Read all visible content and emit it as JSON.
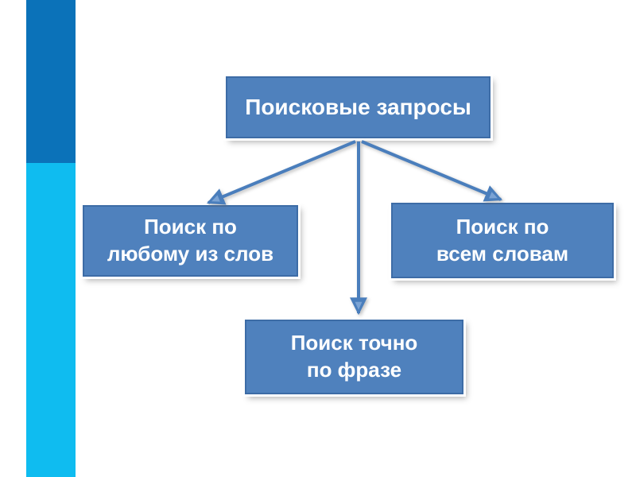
{
  "slide": {
    "background_color": "#ffffff",
    "accent_bar": {
      "top_color": "#0b72b9",
      "bottom_color": "#0fbcf0"
    },
    "diagram": {
      "type": "tree",
      "node_fill_color": "#4f81bd",
      "node_border_color": "#3d6ca6",
      "node_text_color": "#ffffff",
      "arrow_color": "#4a7ebc",
      "root": {
        "label": "Поисковые запросы"
      },
      "children": [
        {
          "id": "any-words",
          "label_line1": "Поиск по",
          "label_line2": "любому из слов"
        },
        {
          "id": "all-words",
          "label_line1": "Поиск по",
          "label_line2": "всем словам"
        },
        {
          "id": "exact-phrase",
          "label_line1": "Поиск точно",
          "label_line2": "по фразе"
        }
      ],
      "connections": [
        {
          "from": "root",
          "to": "any-words"
        },
        {
          "from": "root",
          "to": "exact-phrase"
        },
        {
          "from": "root",
          "to": "all-words"
        }
      ]
    }
  }
}
